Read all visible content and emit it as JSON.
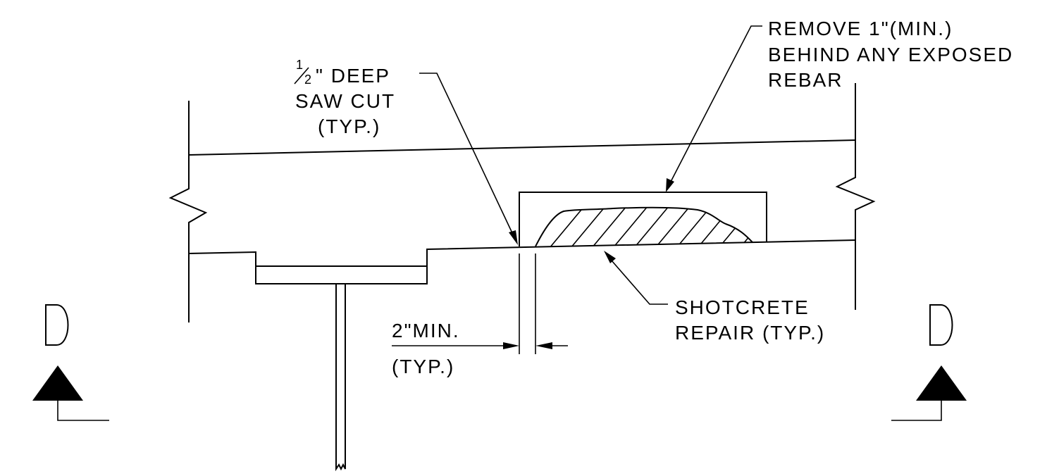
{
  "labels": {
    "remove_line1": "REMOVE 1\"(MIN.)",
    "remove_line2": "BEHIND ANY EXPOSED",
    "remove_line3": "REBAR",
    "sawcut_fraction_num": "1",
    "sawcut_fraction_den": "2",
    "sawcut_line1": "\" DEEP",
    "sawcut_line2": "SAW CUT",
    "sawcut_line3": "(TYP.)",
    "shotcrete_line1": "SHOTCRETE",
    "shotcrete_line2": "REPAIR (TYP.)",
    "dim_value": "2\"MIN.",
    "dim_note": "(TYP.)",
    "section_left": "D",
    "section_right": "D"
  }
}
